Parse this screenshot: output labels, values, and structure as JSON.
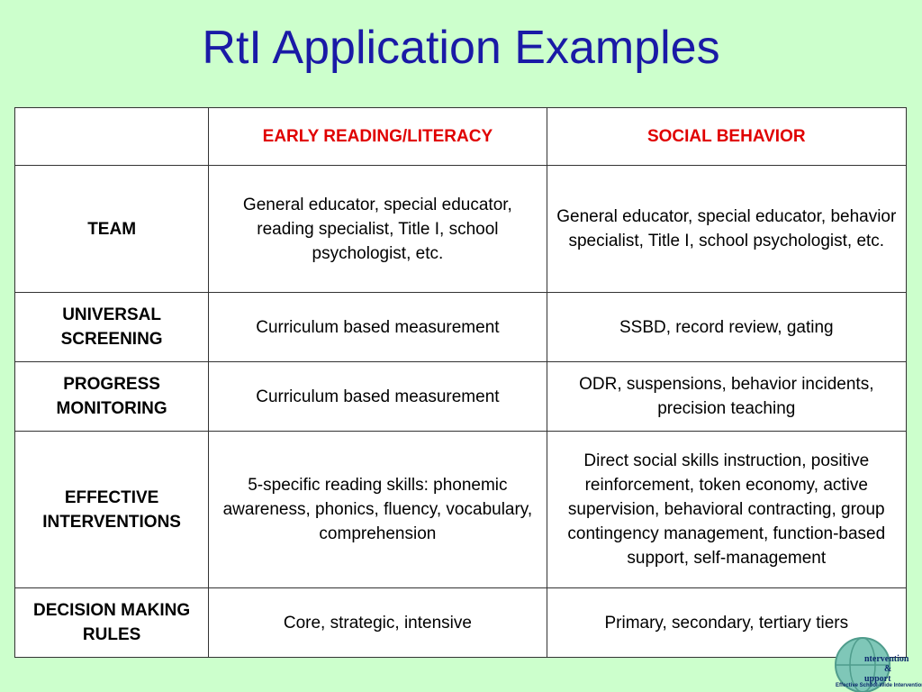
{
  "title": "RtI Application Examples",
  "table": {
    "header": [
      "",
      "EARLY READING/LITERACY",
      "SOCIAL BEHAVIOR"
    ],
    "rows": [
      [
        "TEAM",
        "General educator, special educator, reading specialist, Title I, school psychologist, etc.",
        "General educator, special educator, behavior specialist, Title I, school psychologist, etc."
      ],
      [
        "UNIVERSAL SCREENING",
        "Curriculum based measurement",
        "SSBD, record review, gating"
      ],
      [
        "PROGRESS MONITORING",
        "Curriculum based measurement",
        "ODR, suspensions, behavior incidents, precision teaching"
      ],
      [
        "EFFECTIVE INTERVENTIONS",
        "5-specific reading skills: phonemic awareness, phonics, fluency, vocabulary, comprehension",
        "Direct social skills instruction, positive reinforcement, token economy, active supervision, behavioral contracting, group contingency management, function-based support, self-management"
      ],
      [
        "DECISION MAKING RULES",
        "Core, strategic, intensive",
        "Primary, secondary, tertiary tiers"
      ]
    ]
  },
  "logo": {
    "line1": "ntervention",
    "line2": "&",
    "line3": "upport",
    "tagline": "Effective School-Wide Interventions",
    "color": "#0d2b6e"
  }
}
